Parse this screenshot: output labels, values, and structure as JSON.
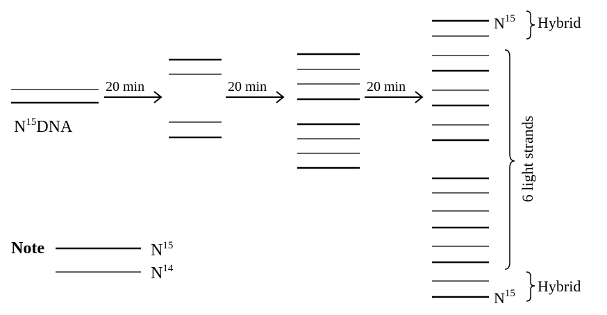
{
  "stage0": {
    "label": {
      "prefix": "N",
      "sup": "15",
      "suffix": "DNA"
    }
  },
  "arrows": [
    {
      "label": "20 min"
    },
    {
      "label": "20 min"
    },
    {
      "label": "20 min"
    }
  ],
  "stage3": {
    "top_label": {
      "prefix": "N",
      "sup": "15"
    },
    "top_brace_label": "Hybrid",
    "middle_brace_label": "6 light strands",
    "bottom_label": {
      "prefix": "N",
      "sup": "15"
    },
    "bottom_brace_label": "Hybrid"
  },
  "legend": {
    "title": "Note",
    "heavy": {
      "prefix": "N",
      "sup": "15"
    },
    "light": {
      "prefix": "N",
      "sup": "14"
    }
  },
  "colors": {
    "line": "#000000",
    "background": "#ffffff"
  },
  "strand_types": {
    "stage0": [
      "light",
      "heavy"
    ],
    "stage1": [
      "heavy",
      "light",
      "light",
      "heavy"
    ],
    "stage2": [
      "heavy",
      "light",
      "light",
      "heavy",
      "heavy",
      "light",
      "light",
      "heavy"
    ],
    "stage3": [
      "heavy",
      "light",
      "light",
      "heavy",
      "light",
      "heavy",
      "light",
      "heavy",
      "heavy",
      "light",
      "light",
      "heavy",
      "light",
      "heavy",
      "light",
      "heavy"
    ]
  }
}
